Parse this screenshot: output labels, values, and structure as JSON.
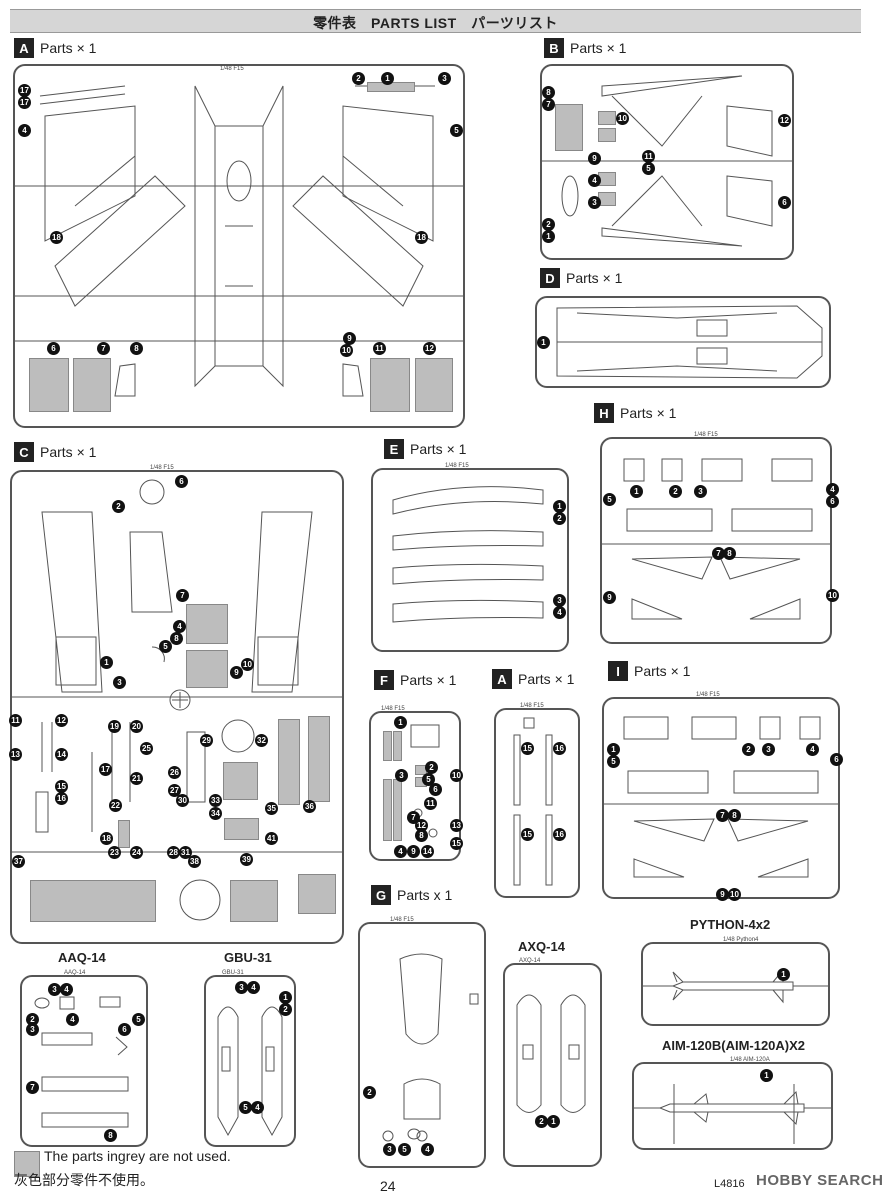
{
  "header": {
    "title": "零件表　PARTS LIST　パーツリスト"
  },
  "sprues": {
    "A": {
      "letter": "A",
      "label": "Parts × 1",
      "tag": "1/48 F15"
    },
    "B": {
      "letter": "B",
      "label": "Parts × 1"
    },
    "C": {
      "letter": "C",
      "label": "Parts × 1",
      "tag": "1/48 F15"
    },
    "D": {
      "letter": "D",
      "label": "Parts × 1"
    },
    "E": {
      "letter": "E",
      "label": "Parts × 1",
      "tag": "1/48 F15"
    },
    "F": {
      "letter": "F",
      "label": "Parts × 1",
      "tag": "1/48 F15"
    },
    "A2": {
      "letter": "A",
      "label": "Parts × 1",
      "tag": "1/48 F15"
    },
    "G": {
      "letter": "G",
      "label": "Parts x 1",
      "tag": "1/48 F15"
    },
    "H": {
      "letter": "H",
      "label": "Parts × 1",
      "tag": "1/48 F15"
    },
    "I": {
      "letter": "I",
      "label": "Parts × 1",
      "tag": "1/48 F15"
    }
  },
  "weapons": {
    "aaq14": {
      "title": "AAQ-14",
      "tag": "AAQ-14"
    },
    "gbu31": {
      "title": "GBU-31",
      "tag": "GBU-31"
    },
    "axq14": {
      "title": "AXQ-14",
      "tag": "AXQ-14"
    },
    "python": {
      "title": "PYTHON-4x2",
      "tag": "1/48 Python4"
    },
    "aim120": {
      "title": "AIM-120B(AIM-120A)X2",
      "tag": "1/48 AIM-120A"
    }
  },
  "legend": {
    "en": "The parts ingrey are not used.",
    "zh": "灰色部分零件不使用。"
  },
  "footer": {
    "page": "24",
    "code": "L4816",
    "watermark": "HOBBY SEARCH"
  }
}
